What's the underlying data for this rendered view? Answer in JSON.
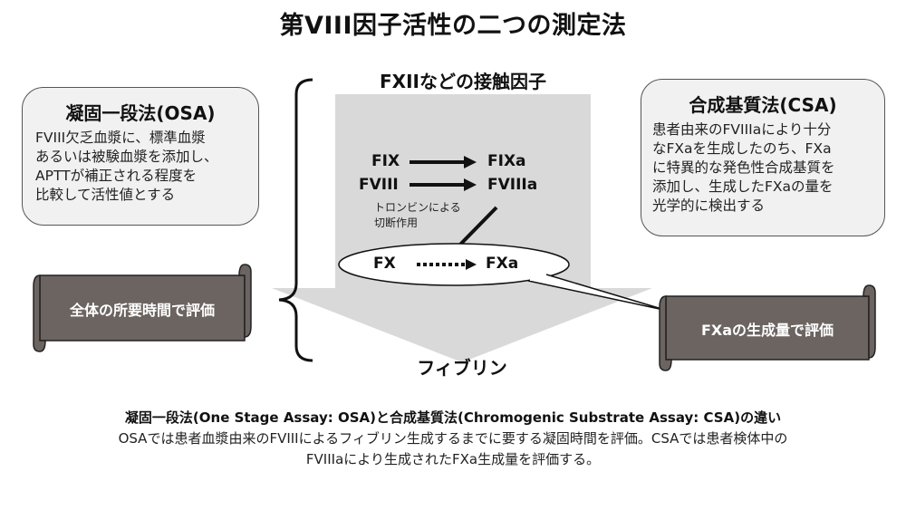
{
  "title": "第VIII因子活性の二つの測定法",
  "osa_box": {
    "title": "凝固一段法(OSA)",
    "lines": [
      "FVIII欠乏血漿に、標準血漿",
      "あるいは被験血漿を添加し、",
      "APTTが補正される程度を",
      "比較して活性値とする"
    ]
  },
  "csa_box": {
    "title": "合成基質法(CSA)",
    "lines": [
      "患者由来のFVIIIaにより十分",
      "なFXaを生成したのち、FXa",
      "に特異的な発色性合成基質を",
      "添加し、生成したFXaの量を",
      "光学的に検出する"
    ]
  },
  "left_scroll": "全体の所要時間で評価",
  "right_scroll": "FXaの生成量で評価",
  "diagram": {
    "top_label": "FXIIなどの接触因子",
    "bottom_label": "フィブリン",
    "fix": "FIX",
    "fixa": "FIXa",
    "fviii": "FVIII",
    "fviiia": "FVIIIa",
    "thrombin_line1": "トロンビンによる",
    "thrombin_line2": "切断作用",
    "fx": "FX",
    "fxa": "FXa"
  },
  "caption": {
    "heading": "凝固一段法(One Stage Assay: OSA)と合成基質法(Chromogenic Substrate Assay: CSA)の違い",
    "line1": "OSAでは患者血漿由来のFVIIIによるフィブリン生成するまでに要する凝固時間を評価。CSAでは患者検体中の",
    "line2": "FVIIIaにより生成されたFXa生成量を評価する。"
  },
  "colors": {
    "arrow_fill": "#d9d9d9",
    "scroll_fill": "#6b6461",
    "box_fill": "#f1f1f1"
  }
}
